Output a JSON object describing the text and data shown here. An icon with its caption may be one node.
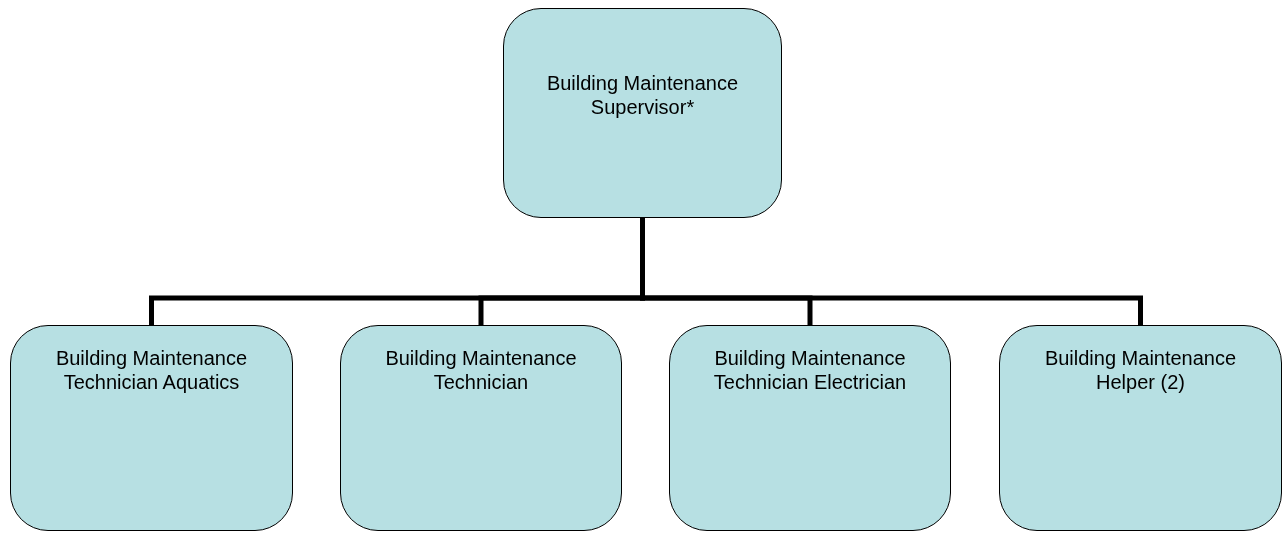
{
  "diagram": {
    "nodes": [
      {
        "text": [
          "Building Maintenance Supervisor*"
        ]
      },
      {
        "text": [
          "Building Maintenance Technician Aquatics"
        ]
      },
      {
        "text": [
          "Building Maintenance Technician"
        ]
      },
      {
        "text": [
          "Building Maintenance Technician Electrician"
        ]
      },
      {
        "text": [
          "Building Maintenance Helper (2)"
        ]
      }
    ],
    "edges": [
      {
        "from": 0,
        "to": 1,
        "arrow": "none"
      },
      {
        "from": 0,
        "to": 2,
        "arrow": "none"
      },
      {
        "from": 0,
        "to": 3,
        "arrow": "none"
      },
      {
        "from": 0,
        "to": 4,
        "arrow": "none"
      }
    ]
  }
}
